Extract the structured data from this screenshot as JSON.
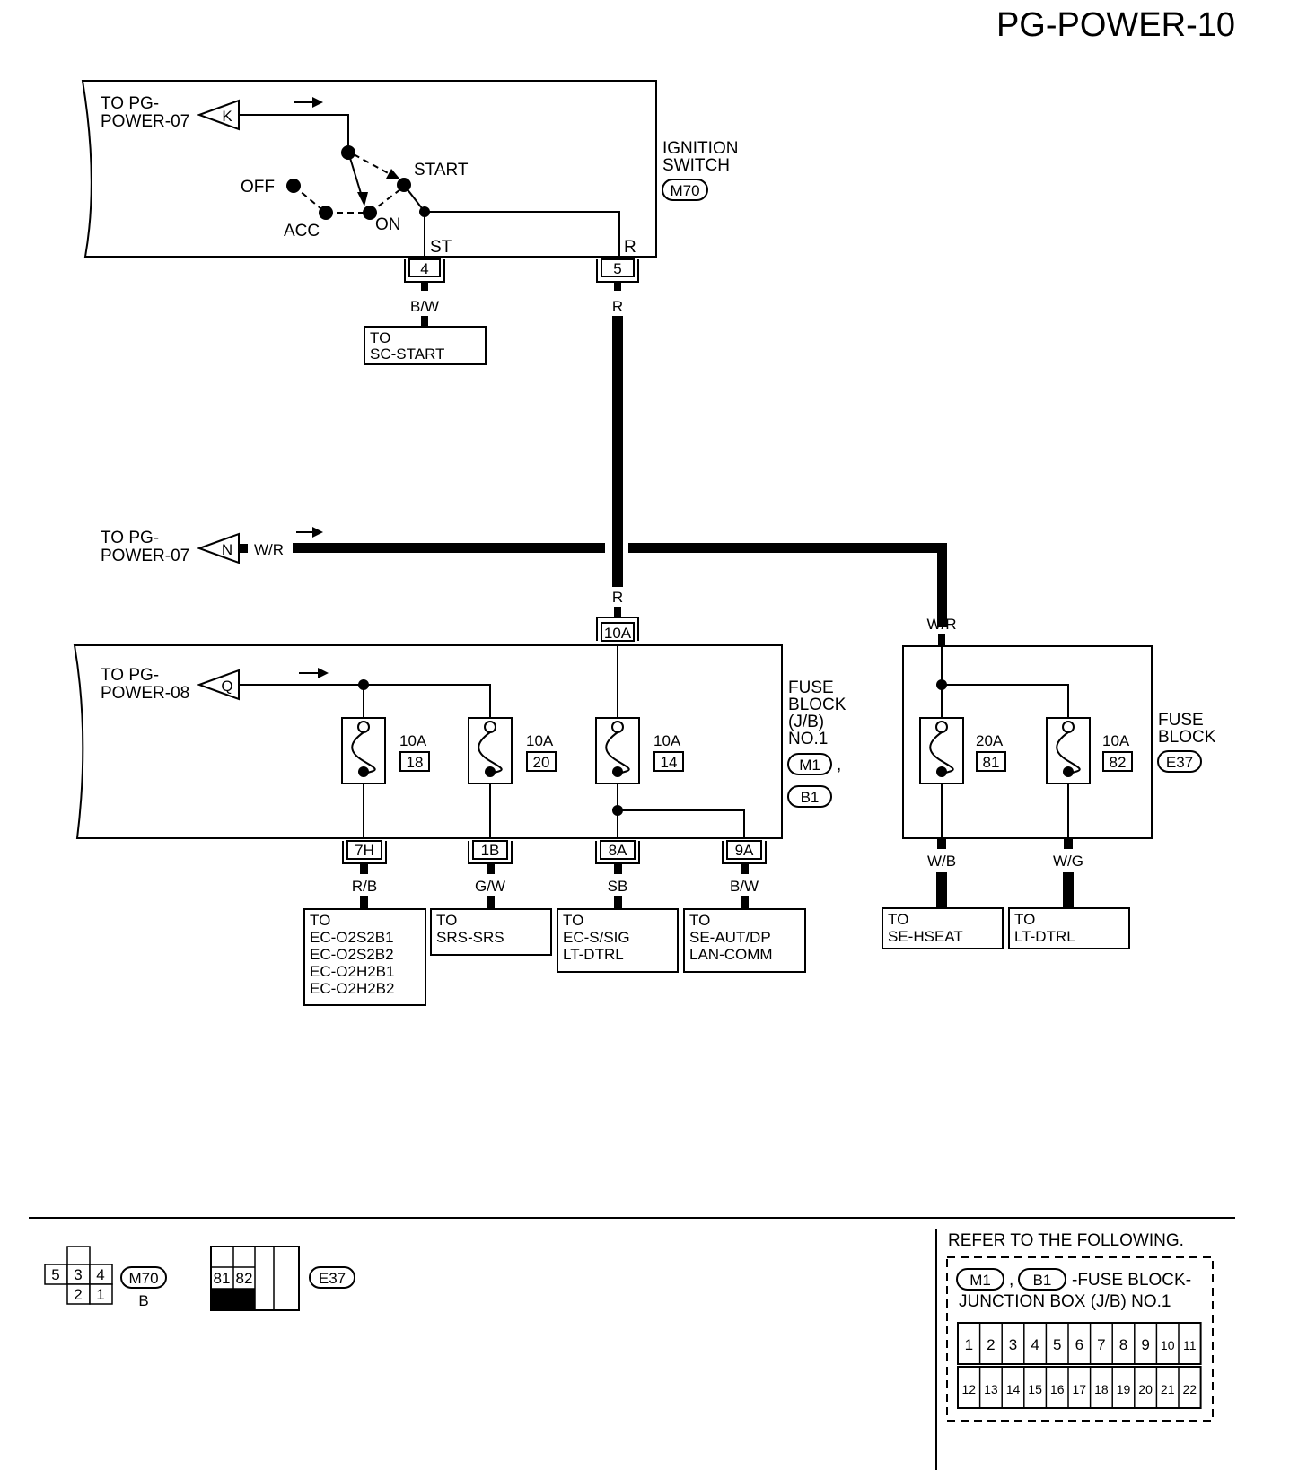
{
  "page": {
    "code": "PG-POWER-10"
  },
  "ignition_switch": {
    "name_line1": "IGNITION",
    "name_line2": "SWITCH",
    "connector": "M70",
    "positions": {
      "off": "OFF",
      "acc": "ACC",
      "on": "ON",
      "start": "START"
    },
    "terminals": [
      {
        "label": "ST",
        "pin": "4",
        "wire": "B/W"
      },
      {
        "label": "R",
        "pin": "5",
        "wire": "R"
      }
    ]
  },
  "off_page": [
    {
      "letter": "K",
      "line1": "TO PG-",
      "line2": "POWER-07"
    },
    {
      "letter": "N",
      "line1": "TO PG-",
      "line2": "POWER-07",
      "wire": "W/R"
    },
    {
      "letter": "Q",
      "line1": "TO PG-",
      "line2": "POWER-08"
    }
  ],
  "sc_start": {
    "line1": "TO",
    "line2": "SC-START"
  },
  "junction": {
    "upper_wire": "R",
    "right_wire": "W/R",
    "jb_pin": "10A"
  },
  "fuse_block_jb": {
    "name_lines": [
      "FUSE",
      "BLOCK",
      "(J/B)",
      "NO.1"
    ],
    "connectors": [
      "M1",
      "B1"
    ],
    "comma": ",",
    "fuses": [
      {
        "rating": "10A",
        "number": "18",
        "pin": "7H",
        "wire": "R/B",
        "dest": [
          "TO",
          "EC-O2S2B1",
          "EC-O2S2B2",
          "EC-O2H2B1",
          "EC-O2H2B2"
        ]
      },
      {
        "rating": "10A",
        "number": "20",
        "pin": "1B",
        "wire": "G/W",
        "dest": [
          "TO",
          "SRS-SRS"
        ]
      },
      {
        "rating": "10A",
        "number": "14",
        "pin": "8A",
        "wire": "SB",
        "dest": [
          "TO",
          "EC-S/SIG",
          "LT-DTRL"
        ]
      }
    ],
    "extra_pin": {
      "pin": "9A",
      "wire": "B/W",
      "dest": [
        "TO",
        "SE-AUT/DP",
        "LAN-COMM"
      ]
    }
  },
  "fuse_block_e37": {
    "name_lines": [
      "FUSE",
      "BLOCK"
    ],
    "connector": "E37",
    "fuses": [
      {
        "rating": "20A",
        "number": "81",
        "wire": "W/B",
        "dest": [
          "TO",
          "SE-HSEAT"
        ]
      },
      {
        "rating": "10A",
        "number": "82",
        "wire": "W/G",
        "dest": [
          "TO",
          "LT-DTRL"
        ]
      }
    ]
  },
  "connector_views": {
    "m70": {
      "id": "M70",
      "color": "B",
      "top": [
        "5",
        "3",
        "4"
      ],
      "bottom": [
        "2",
        "1"
      ]
    },
    "e37": {
      "id": "E37",
      "cells": [
        "81",
        "82"
      ]
    }
  },
  "refer": {
    "heading": "REFER TO THE FOLLOWING.",
    "connectors": [
      "M1",
      "B1"
    ],
    "comma": ",",
    "desc_line1": "-FUSE BLOCK-",
    "desc_line2": "JUNCTION BOX (J/B) NO.1",
    "row1": [
      "1",
      "2",
      "3",
      "4",
      "5",
      "6",
      "7",
      "8",
      "9",
      "10",
      "11"
    ],
    "row2": [
      "12",
      "13",
      "14",
      "15",
      "16",
      "17",
      "18",
      "19",
      "20",
      "21",
      "22"
    ]
  }
}
